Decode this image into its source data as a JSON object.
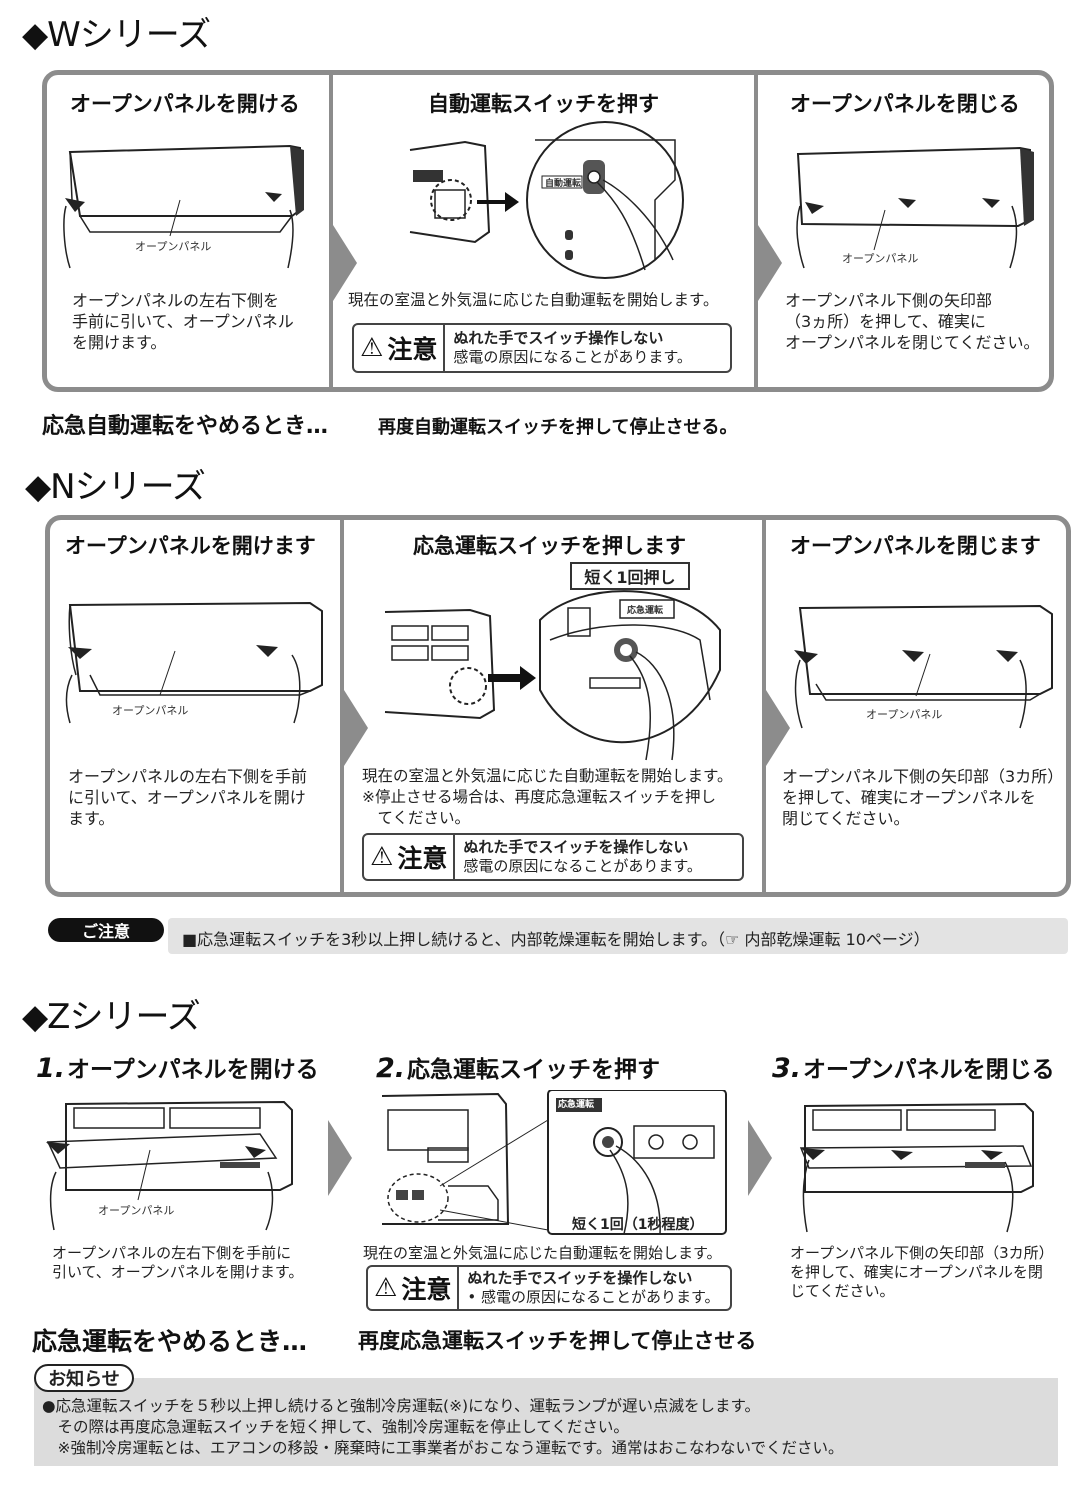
{
  "w_series": {
    "title": "◆Wシリーズ",
    "steps": [
      {
        "heading": "オープンパネルを開ける",
        "text": "オープンパネルの左右下側を\n手前に引いて、オープンパネル\nを開けます。",
        "panel_label": "オープンパネル"
      },
      {
        "heading": "自動運転スイッチを押す",
        "text": "現在の室温と外気温に応じた自動運転を開始します。",
        "switch_label": "自動運転"
      },
      {
        "heading": "オープンパネルを閉じる",
        "text": "オープンパネル下側の矢印部\n（3ヵ所）を押して、確実に\nオープンパネルを閉じてください。",
        "panel_label": "オープンパネル"
      }
    ],
    "caution": {
      "label": "注意",
      "line1": "ぬれた手でスイッチ操作しない",
      "line2": "感電の原因になることがあります。"
    },
    "stop_label": "応急自動運転をやめるとき…",
    "stop_text": "再度自動運転スイッチを押して停止させる。"
  },
  "n_series": {
    "title": "◆Nシリーズ",
    "steps": [
      {
        "heading": "オープンパネルを開けます",
        "text": "オープンパネルの左右下側を手前\nに引いて、オープンパネルを開け\nます。",
        "panel_label": "オープンパネル"
      },
      {
        "heading": "応急運転スイッチを押します",
        "text": "現在の室温と外気温に応じた自動運転を開始します。\n※停止させる場合は、再度応急運転スイッチを押し\n　てください。",
        "callout": "短く1回押し",
        "switch_label": "応急運転"
      },
      {
        "heading": "オープンパネルを閉じます",
        "text": "オープンパネル下側の矢印部（3カ所）\nを押して、確実にオープンパネルを\n閉じてください。",
        "panel_label": "オープンパネル"
      }
    ],
    "caution": {
      "label": "注意",
      "line1": "ぬれた手でスイッチを操作しない",
      "line2": "感電の原因になることがあります。"
    },
    "notice_badge": "ご注意",
    "notice_text": "■応急運転スイッチを3秒以上押し続けると、内部乾燥運転を開始します。（☞ 内部乾燥運転 10ページ）"
  },
  "z_series": {
    "title": "◆Zシリーズ",
    "steps": [
      {
        "number": "1.",
        "heading": "オープンパネルを開ける",
        "text": "オープンパネルの左右下側を手前に\n引いて、オープンパネルを開けます。",
        "panel_label": "オープンパネル"
      },
      {
        "number": "2.",
        "heading": "応急運転スイッチを押す",
        "text": "現在の室温と外気温に応じた自動運転を開始します。",
        "callout": "短く1回（1秒程度）",
        "switch_label": "応急運転"
      },
      {
        "number": "3.",
        "heading": "オープンパネルを閉じる",
        "text": "オープンパネル下側の矢印部（3カ所）\nを押して、確実にオープンパネルを閉\nじてください。"
      }
    ],
    "caution": {
      "label": "注意",
      "line1": "ぬれた手でスイッチを操作しない",
      "line2": "• 感電の原因になることがあります。"
    },
    "stop_label": "応急運転をやめるとき…",
    "stop_text": "再度応急運転スイッチを押して停止させる",
    "info_badge": "お知らせ",
    "info_lines": [
      "●応急運転スイッチを５秒以上押し続けると強制冷房運転(※)になり、運転ランプが遅い点滅をします。",
      "　その際は再度応急運転スイッチを短く押して、強制冷房運転を停止してください。",
      "　※強制冷房運転とは、エアコンの移設・廃棄時に工事業者がおこなう運転です。通常はおこなわないでください。"
    ]
  }
}
